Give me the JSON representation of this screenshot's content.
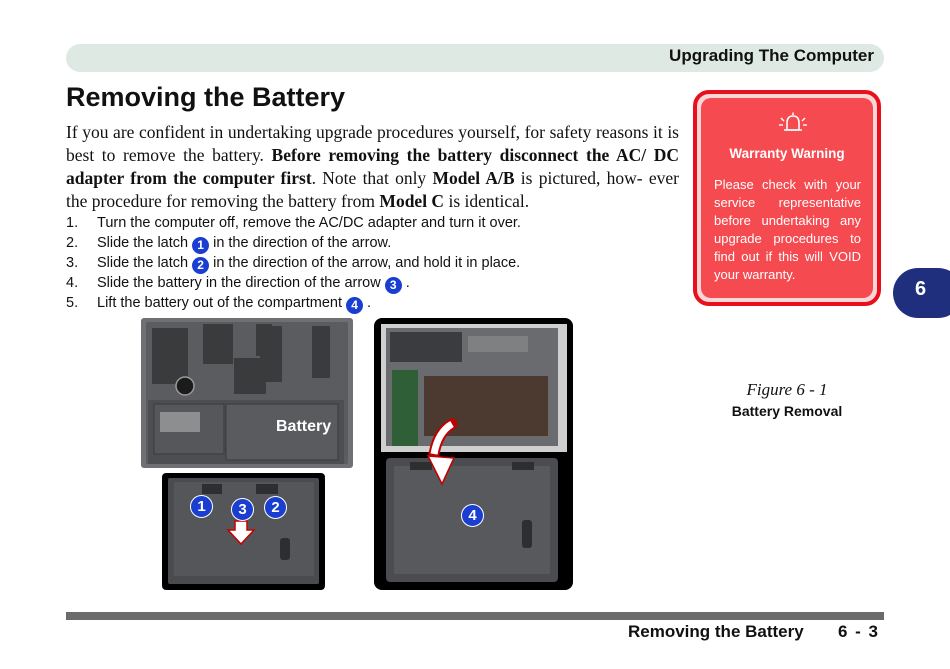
{
  "header": {
    "chapter_title": "Upgrading The Computer"
  },
  "page": {
    "title": "Removing the Battery",
    "intro": {
      "part1": "If you are confident in undertaking upgrade procedures yourself, for safety reasons it is best to remove the battery. ",
      "bold1": "Before removing the battery disconnect the AC/ DC adapter from the computer first",
      "part2": ". Note that only ",
      "bold2": "Model A/B",
      "part3": " is pictured, how- ever the procedure for removing the battery from ",
      "bold3": "Model C",
      "part4": " is identical."
    },
    "steps": [
      {
        "num": "1.",
        "text": "Turn the computer off, remove the AC/DC adapter and turn it over."
      },
      {
        "num": "2.",
        "pre": "Slide the latch",
        "badge": "1",
        "post": "in the direction of the arrow."
      },
      {
        "num": "3.",
        "pre": "Slide the latch",
        "badge": "2",
        "post": "in the direction of the arrow, and hold it in place."
      },
      {
        "num": "4.",
        "pre": "Slide the battery in the direction of the arrow",
        "badge": "3",
        "post": "."
      },
      {
        "num": "5.",
        "pre": "Lift the battery out of the compartment",
        "badge": "4",
        "post": "."
      }
    ]
  },
  "warning": {
    "title": "Warranty Warning",
    "text": "Please check with your service representative before undertaking any upgrade procedures to find out if this will VOID your warranty.",
    "icon": "alarm-bell-icon"
  },
  "side_tab": {
    "label": "6"
  },
  "figure": {
    "number": "Figure 6 - 1",
    "caption": "Battery Removal",
    "battery_label": "Battery",
    "callouts": [
      "1",
      "3",
      "2",
      "4"
    ]
  },
  "footer": {
    "section": "Removing the Battery",
    "page": "6 - 3"
  },
  "colors": {
    "accent_blue": "#1a3fd0",
    "warning_red": "#e8101c",
    "tab_navy": "#1f2f7e",
    "header_band": "#dfe9e4"
  }
}
